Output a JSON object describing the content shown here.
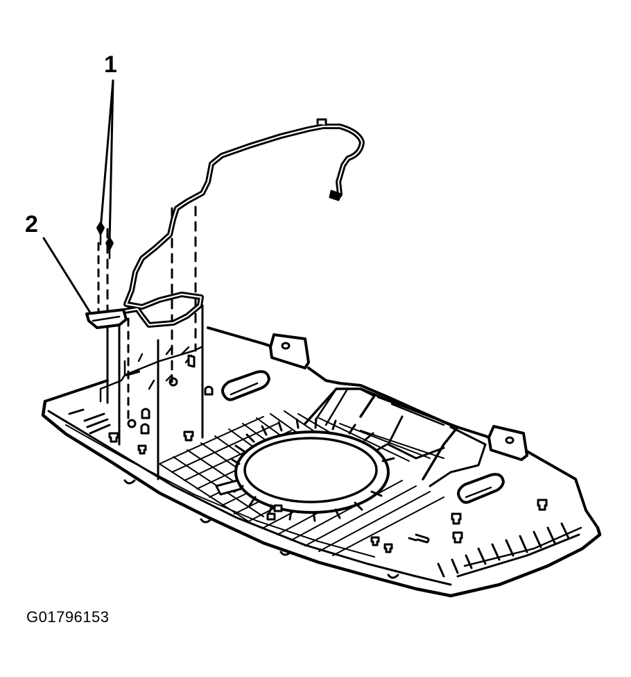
{
  "callouts": [
    {
      "id": "1"
    },
    {
      "id": "2"
    }
  ],
  "figure_code": "G01796153",
  "colors": {
    "ink": "#000000",
    "paper": "#ffffff"
  }
}
